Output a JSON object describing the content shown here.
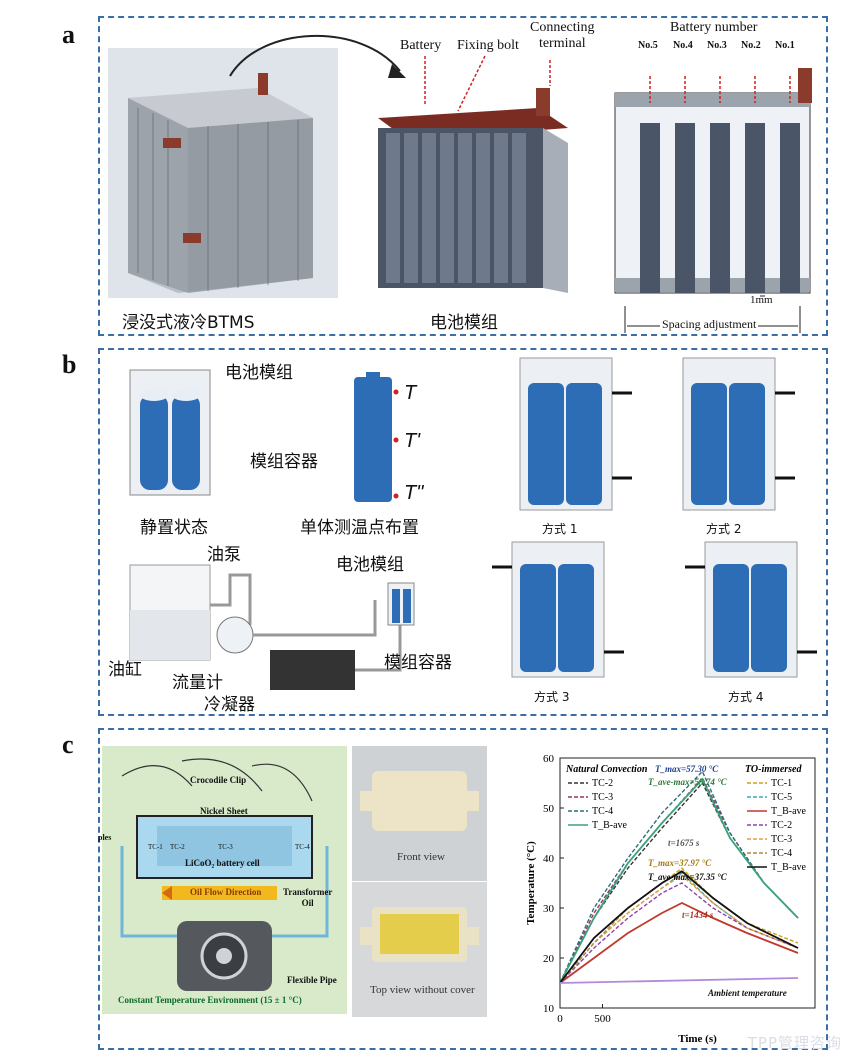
{
  "panel_a": {
    "label": "a",
    "battery_label": "Battery",
    "fixing_bolt_label": "Fixing bolt",
    "connecting_terminal_label": "Connecting\nterminal",
    "battery_number_label": "Battery number",
    "battery_numbers": [
      "No.5",
      "No.4",
      "No.3",
      "No.2",
      "No.1"
    ],
    "gap_label": "1mm",
    "spacing_label": "Spacing adjustment",
    "caption_left": "浸没式液冷BTMS",
    "caption_mid": "电池模组"
  },
  "panel_b": {
    "label": "b",
    "module_label": "电池模组",
    "container_label": "模组容器",
    "static_label": "静置状态",
    "single_cell_label": "单体测温点布置",
    "temp_points": [
      "T",
      "T'",
      "T\""
    ],
    "pump_label": "油泵",
    "module_label_2": "电池模组",
    "container_label_2": "模组容器",
    "tank_label": "油缸",
    "flowmeter_label": "流量计",
    "condenser_label": "冷凝器",
    "mode_labels": [
      "方式 1",
      "方式 2",
      "方式 3",
      "方式 4"
    ]
  },
  "panel_c": {
    "label": "c",
    "crocodile_clip": "Crocodile Clip",
    "nickel_sheet": "Nickel Sheet",
    "cell_label": "LiCoO₂ battery cell",
    "flow_direction": "Oil Flow Direction",
    "transformer_oil": "Transformer\nOil",
    "flexible_pipe": "Flexible Pipe",
    "environment": "Constant Temperature Environment (15 ± 1 °C)",
    "pipes_label": "ples",
    "tc_labels": [
      "TC-1",
      "TC-2",
      "TC-3",
      "TC-4"
    ],
    "front_view": "Front view",
    "top_view": "Top view without cover"
  },
  "chart_data": {
    "type": "line",
    "xlabel": "Time (s)",
    "ylabel": "Temperature (°C)",
    "xlim": [
      0,
      3000
    ],
    "ylim": [
      10,
      60
    ],
    "yticks": [
      10,
      20,
      30,
      40,
      50,
      60
    ],
    "xticks": [
      0,
      500
    ],
    "legend_left_title": "Natural Convection",
    "legend_right_title": "TO-immersed",
    "legend_left": [
      "TC-2",
      "TC-3",
      "TC-4",
      "T_B-ave"
    ],
    "legend_right": [
      "TC-1",
      "TC-5",
      "T_B-ave",
      "TC-2",
      "TC-3",
      "TC-4",
      "T_B-ave"
    ],
    "annotations": [
      "T_max=57.30 °C",
      "T_ave-max=55.74 °C",
      "t=1675 s",
      "T_max=37.97 °C",
      "T_ave-max=37.35 °C",
      "t=1434 s",
      "Ambient temperature"
    ],
    "series": [
      {
        "name": "TC-2",
        "group": "Natural Convection",
        "color": "#333333",
        "dash": true,
        "x": [
          0,
          400,
          800,
          1200,
          1675,
          2000,
          2400,
          2800
        ],
        "y": [
          15,
          28,
          38,
          46,
          55,
          44,
          35,
          28
        ]
      },
      {
        "name": "TC-3",
        "group": "Natural Convection",
        "color": "#a0306a",
        "dash": true,
        "x": [
          0,
          400,
          800,
          1200,
          1675,
          2000,
          2400,
          2800
        ],
        "y": [
          15,
          29,
          39,
          47,
          56,
          45,
          35,
          28
        ]
      },
      {
        "name": "TC-4",
        "group": "Natural Convection",
        "color": "#2b6f78",
        "dash": true,
        "x": [
          0,
          400,
          800,
          1200,
          1675,
          2000,
          2400,
          2800
        ],
        "y": [
          15,
          30,
          40,
          49,
          57.3,
          45,
          35,
          28
        ]
      },
      {
        "name": "T_B-ave",
        "group": "Natural Convection",
        "color": "#3aa37a",
        "dash": false,
        "x": [
          0,
          400,
          800,
          1200,
          1675,
          2000,
          2400,
          2800
        ],
        "y": [
          15,
          28,
          39,
          47,
          55.74,
          44,
          35,
          28
        ]
      },
      {
        "name": "TC-1",
        "group": "TO-immersed",
        "color": "#c8a020",
        "dash": true,
        "x": [
          0,
          400,
          800,
          1200,
          1434,
          1800,
          2200,
          2800
        ],
        "y": [
          15,
          24,
          30,
          35,
          37.97,
          32,
          27,
          23
        ]
      },
      {
        "name": "TC-5",
        "group": "TO-immersed",
        "color": "#3fa9b8",
        "dash": true,
        "x": [
          0,
          400,
          800,
          1200,
          1434,
          1800,
          2200,
          2800
        ],
        "y": [
          15,
          23,
          29,
          34,
          37,
          31,
          26,
          22
        ]
      },
      {
        "name": "T_B-ave",
        "group": "TO-immersed",
        "color": "#c0392b",
        "dash": false,
        "x": [
          0,
          400,
          800,
          1200,
          1434,
          1800,
          2200,
          2800
        ],
        "y": [
          15,
          20,
          25,
          29,
          31,
          28,
          25,
          21
        ]
      },
      {
        "name": "TC-2",
        "group": "TO-immersed",
        "color": "#8e44ad",
        "dash": true,
        "x": [
          0,
          400,
          800,
          1200,
          1434,
          1800,
          2200,
          2800
        ],
        "y": [
          15,
          22,
          28,
          33,
          35,
          30,
          26,
          22
        ]
      },
      {
        "name": "TC-3",
        "group": "TO-immersed",
        "color": "#e0a040",
        "dash": true,
        "x": [
          0,
          400,
          800,
          1200,
          1434,
          1800,
          2200,
          2800
        ],
        "y": [
          15,
          23,
          29,
          34,
          36.5,
          31,
          26,
          22
        ]
      },
      {
        "name": "TC-4",
        "group": "TO-immersed",
        "color": "#b08c3a",
        "dash": true,
        "x": [
          0,
          400,
          800,
          1200,
          1434,
          1800,
          2200,
          2800
        ],
        "y": [
          15,
          23,
          30,
          35,
          37.5,
          32,
          27,
          22
        ]
      },
      {
        "name": "T_B-ave",
        "group": "TO-immersed",
        "color": "#111111",
        "dash": false,
        "x": [
          0,
          400,
          800,
          1200,
          1434,
          1800,
          2200,
          2800
        ],
        "y": [
          15,
          24,
          30,
          35,
          37.35,
          32,
          27,
          22
        ]
      },
      {
        "name": "Ambient temperature",
        "group": "",
        "color": "#b48ad8",
        "dash": false,
        "x": [
          0,
          2800
        ],
        "y": [
          15,
          16
        ]
      }
    ]
  },
  "watermark": "TPP管理咨询"
}
